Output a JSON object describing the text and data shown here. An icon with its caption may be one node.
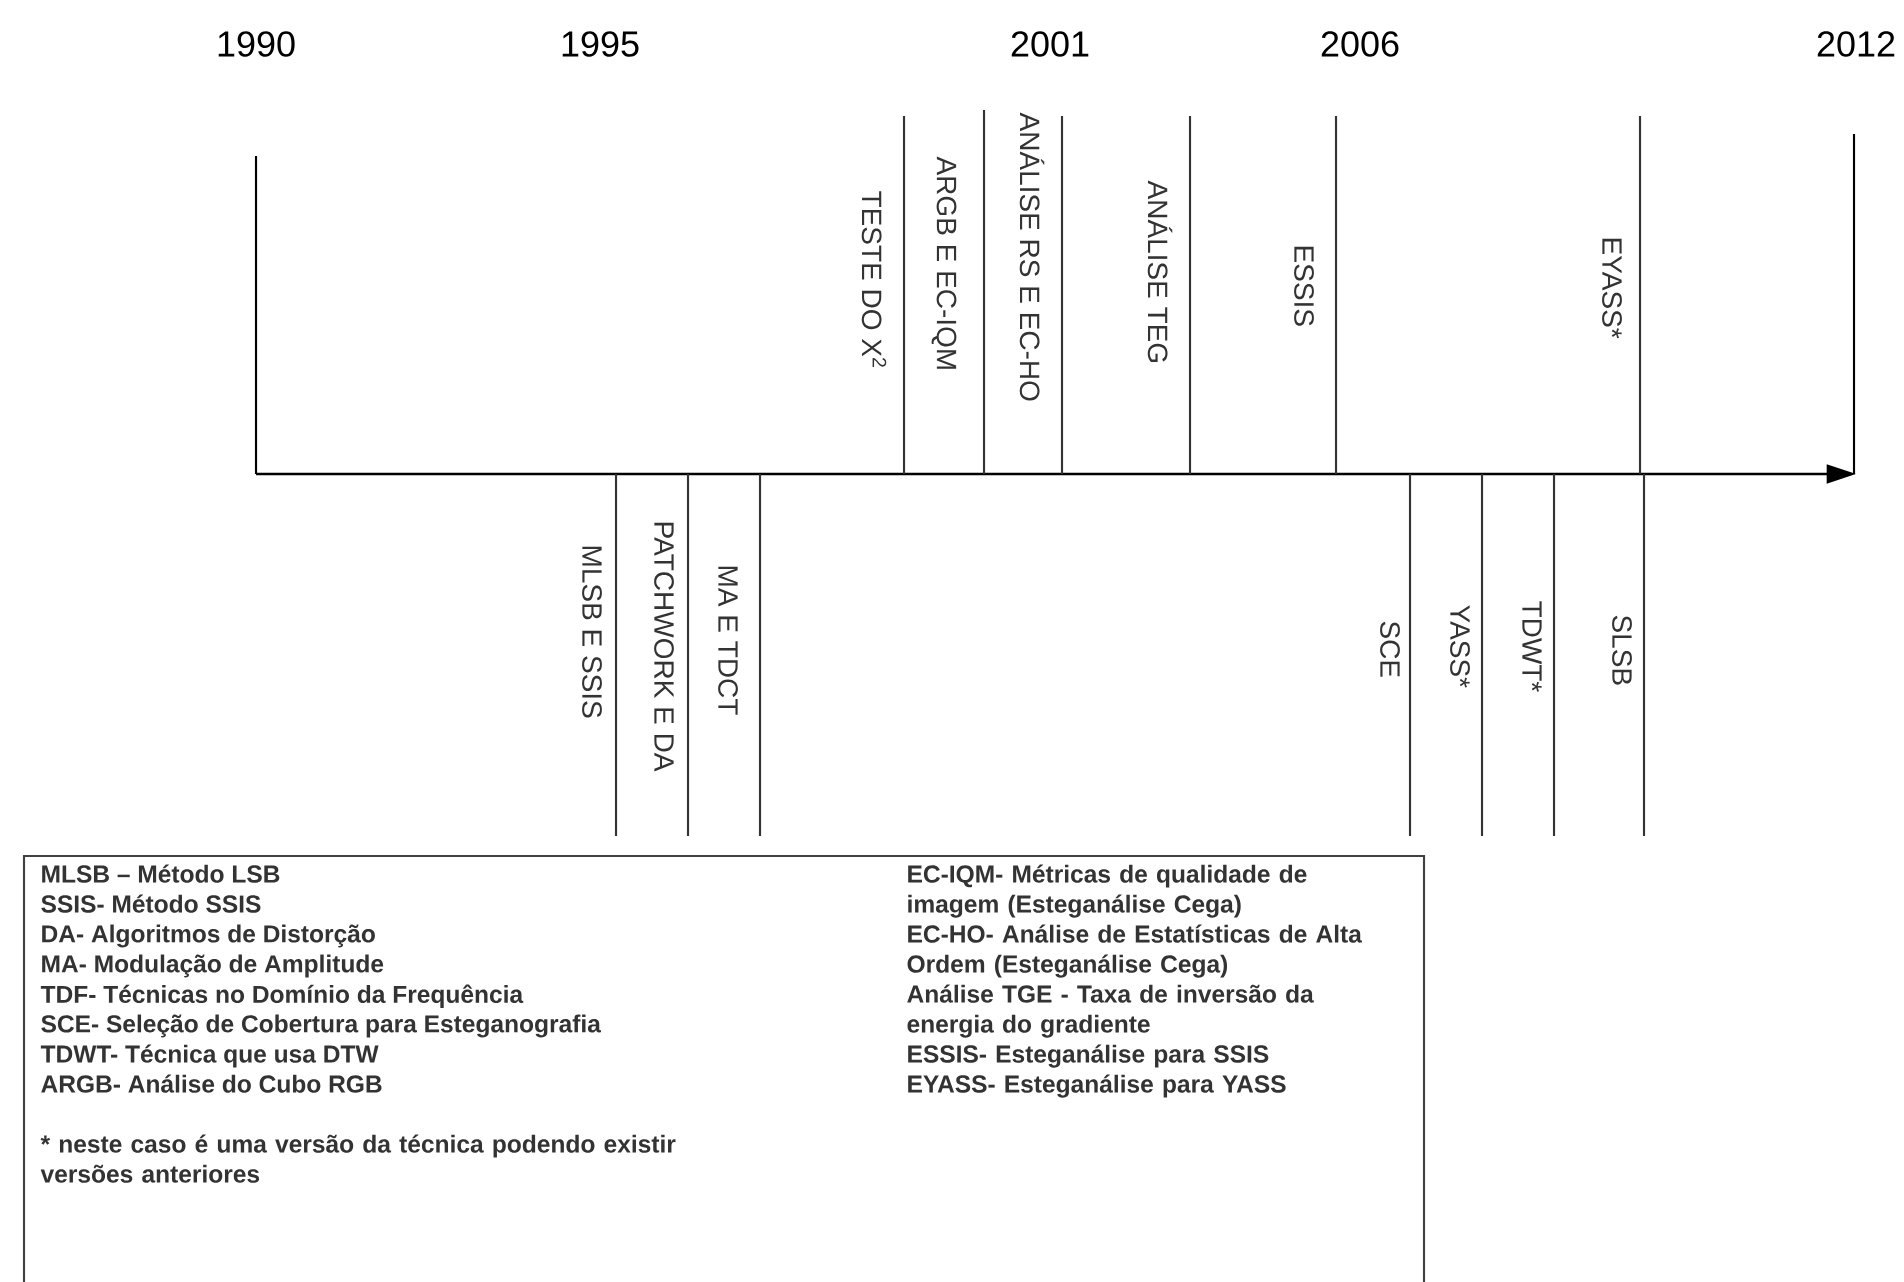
{
  "diagram": {
    "nodes": [
      {
        "text": [
          "MLSB – Método LSB",
          "SSIS- Método SSIS",
          "DA- Algoritmos de Distorção",
          "MA- Modulação de Amplitude",
          "TDF- Técnicas no Domínio da Frequência",
          "SCE- Seleção de Cobertura para Esteganografia",
          "TDWT- Técnica que usa DTW",
          "ARGB- Análise do Cubo RGB",
          "EC-IQM- Métricas de qualidade de imagem (Esteganálise Cega)",
          "EC-HO- Análise de Estatísticas de Alta Ordem (Esteganálise Cega)",
          "Análise TGE - Taxa de inversão da energia do gradiente",
          "ESSIS- Esteganálise para SSIS",
          "EYASS- Esteganálise para YASS",
          "* neste caso é uma versão da técnica podendo existir versões anteriores"
        ]
      }
    ],
    "labels": [
      "1990",
      "1995",
      "2001",
      "2006",
      "2012",
      "TESTE DO X$^{2}$",
      "ARGB E EC-IQM",
      "ANÁLISE RS E EC-HO",
      "ANÁLISE TEG",
      "ESSIS",
      "EYASS*",
      "MLSB E SSIS",
      "PATCHWORK E DA",
      "MA E TDCT",
      "SCE",
      "YASS*",
      "TDWT*",
      "SLSB"
    ]
  }
}
